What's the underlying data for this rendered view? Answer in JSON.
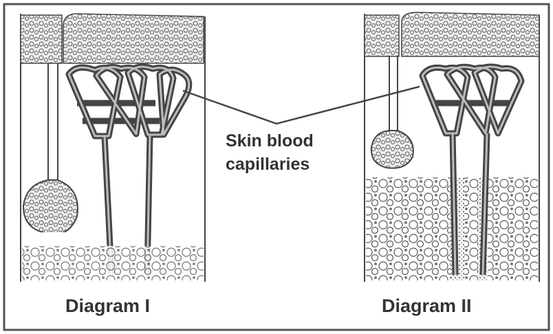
{
  "labels": {
    "capillaries_line1": "Skin blood",
    "capillaries_line2": "capillaries",
    "diagram_1": "Diagram I",
    "diagram_2": "Diagram II"
  },
  "colors": {
    "ink": "#333333",
    "frame": "#555555",
    "fill": "#e8e8e8"
  }
}
